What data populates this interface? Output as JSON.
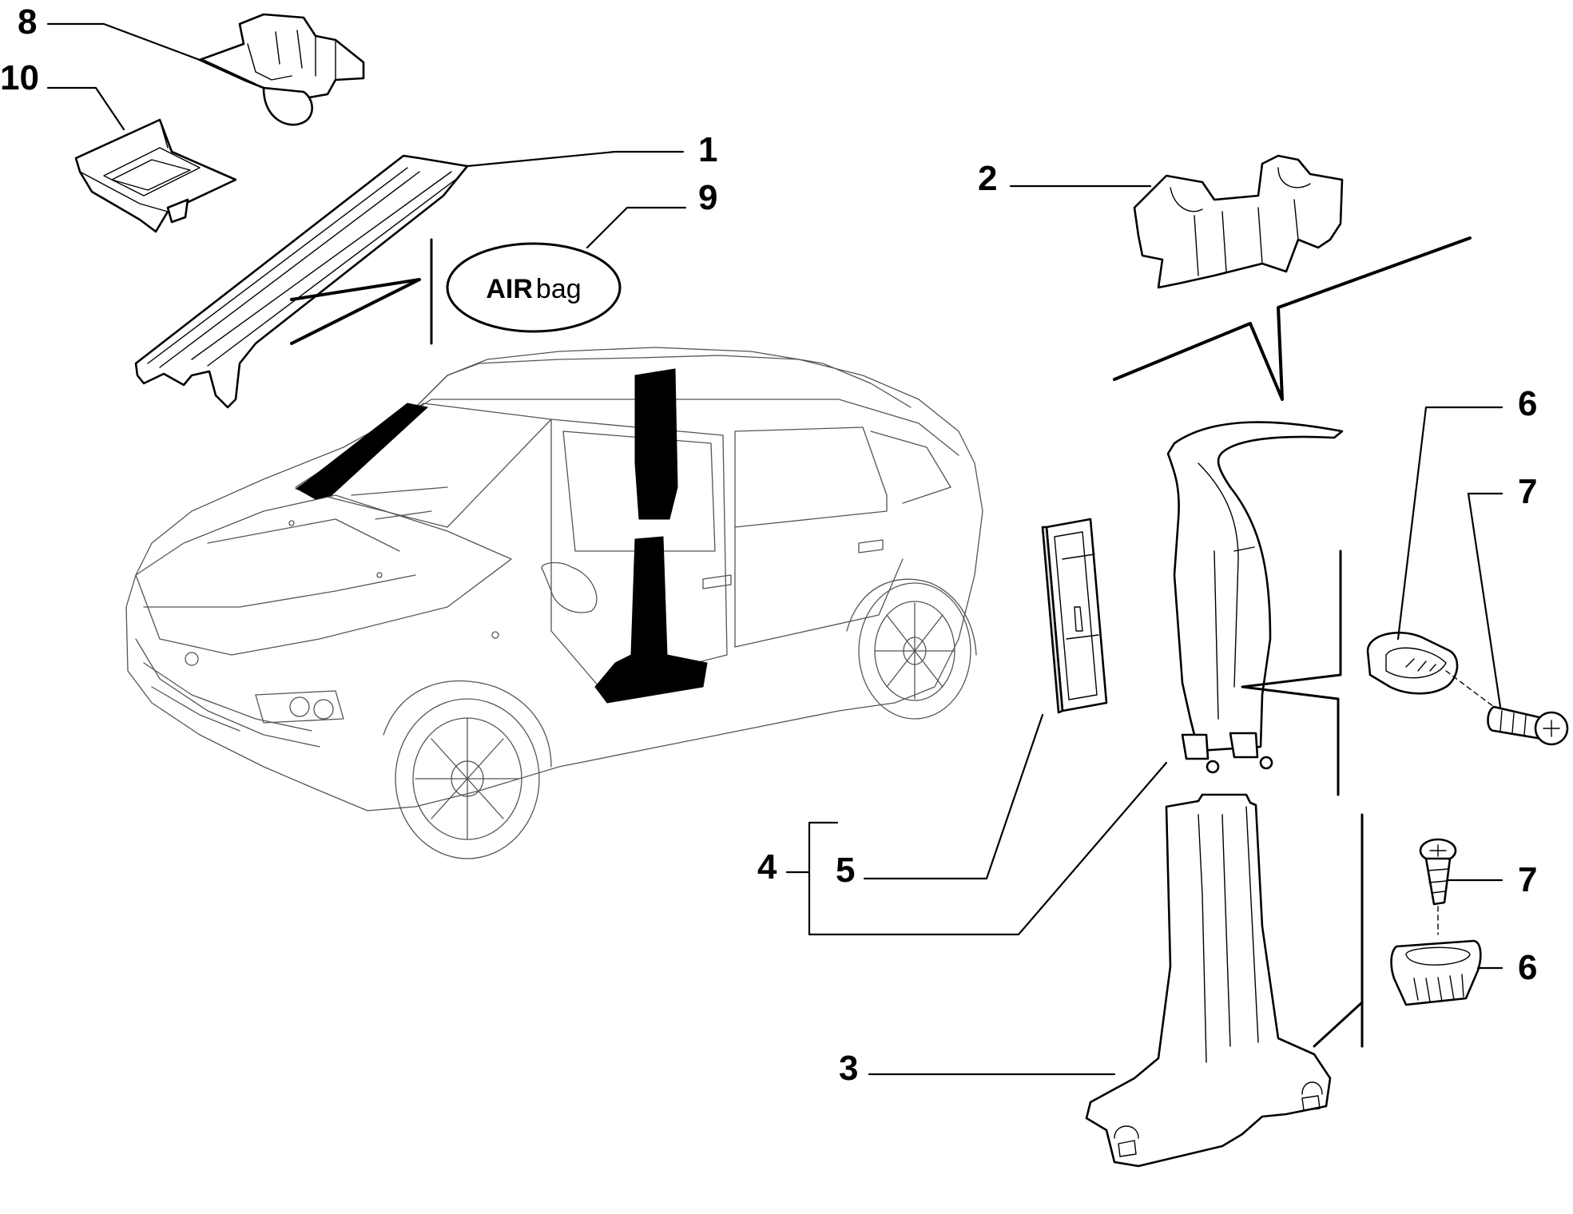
{
  "callouts": [
    {
      "id": "8",
      "label": "8"
    },
    {
      "id": "10",
      "label": "10"
    },
    {
      "id": "1",
      "label": "1"
    },
    {
      "id": "9",
      "label": "9"
    },
    {
      "id": "2",
      "label": "2"
    },
    {
      "id": "6a",
      "label": "6"
    },
    {
      "id": "7a",
      "label": "7"
    },
    {
      "id": "4",
      "label": "4"
    },
    {
      "id": "5",
      "label": "5"
    },
    {
      "id": "7b",
      "label": "7"
    },
    {
      "id": "6b",
      "label": "6"
    },
    {
      "id": "3",
      "label": "3"
    }
  ],
  "airbag_badge": {
    "bold": "AIR",
    "normal": "bag"
  },
  "colors": {
    "ink": "#000000",
    "car_outline": "#555555",
    "part_fill": "#e3e3e3",
    "background": "#ffffff"
  },
  "icons": [
    "screw-icon",
    "clip-icon",
    "bracket-icon",
    "retainer-icon",
    "grommet-icon"
  ]
}
